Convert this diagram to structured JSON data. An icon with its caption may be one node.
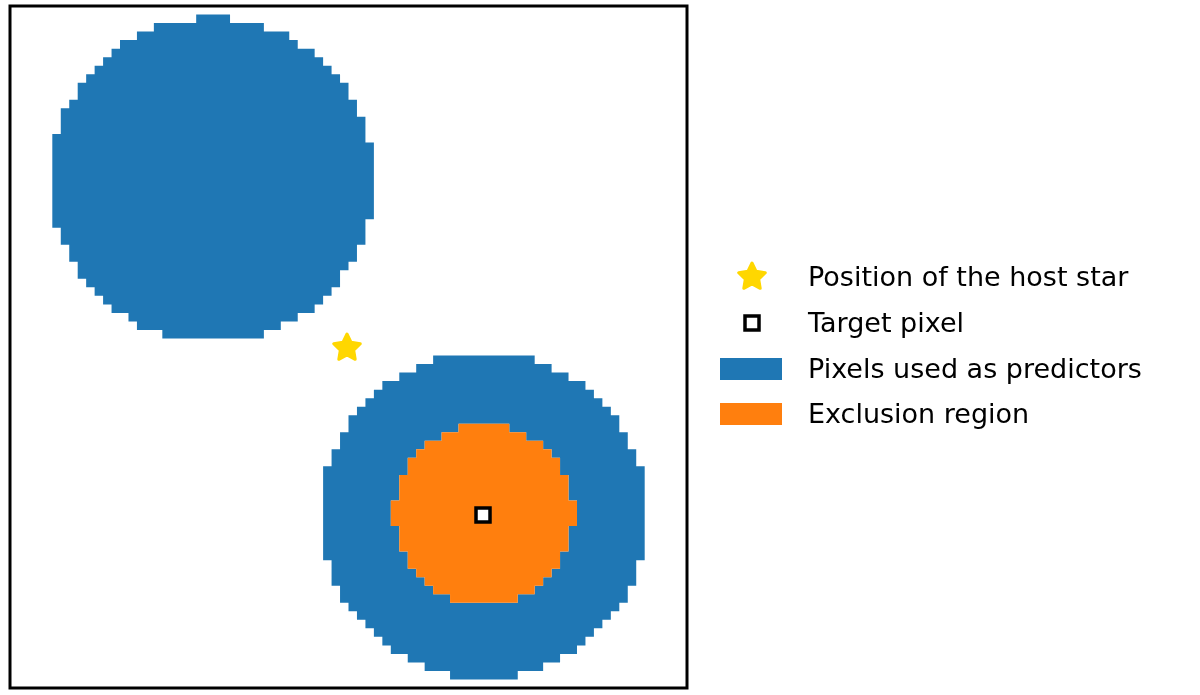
{
  "diagram": {
    "legend": [
      {
        "text": "Position of the host star"
      },
      {
        "text": "Target pixel"
      },
      {
        "text": "Pixels used as predictors",
        "color": "#1f77b4"
      },
      {
        "text": "Exclusion region",
        "color": "#ff7f0e"
      }
    ]
  }
}
